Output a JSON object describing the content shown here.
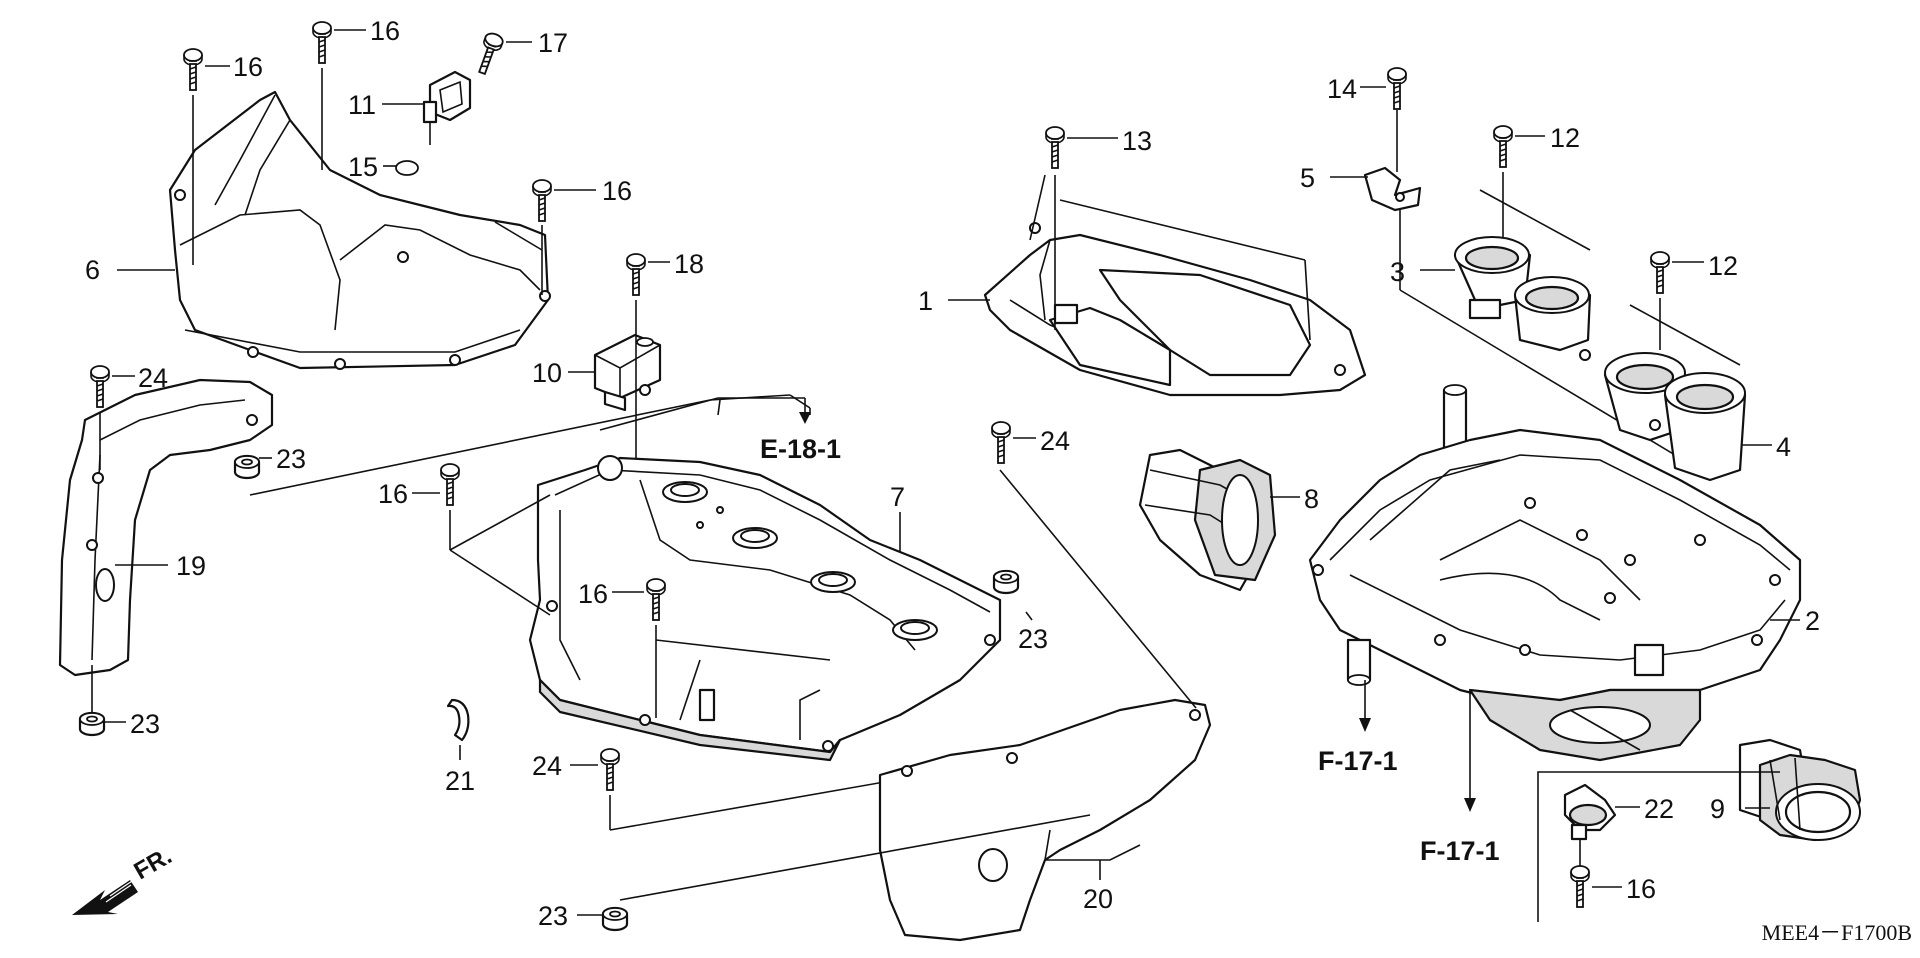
{
  "diagram": {
    "code": "MEE4－F1700B",
    "front_marker": "FR.",
    "references": {
      "e18_1": "E-18-1",
      "f17_1_left": "F-17-1",
      "f17_1_right": "F-17-1"
    },
    "callouts": {
      "c1": "1",
      "c2": "2",
      "c3": "3",
      "c4": "4",
      "c5": "5",
      "c6": "6",
      "c7": "7",
      "c8": "8",
      "c9": "9",
      "c10": "10",
      "c11": "11",
      "c12a": "12",
      "c12b": "12",
      "c13": "13",
      "c14": "14",
      "c15": "15",
      "c16a": "16",
      "c16b": "16",
      "c16c": "16",
      "c16d": "16",
      "c16e": "16",
      "c16f": "16",
      "c17": "17",
      "c18": "18",
      "c19": "19",
      "c20": "20",
      "c21": "21",
      "c22": "22",
      "c23a": "23",
      "c23b": "23",
      "c23c": "23",
      "c23d": "23",
      "c24a": "24",
      "c24b": "24",
      "c24c": "24"
    },
    "icons": [
      "screw-icon",
      "grommet-icon",
      "front-arrow-icon"
    ]
  }
}
